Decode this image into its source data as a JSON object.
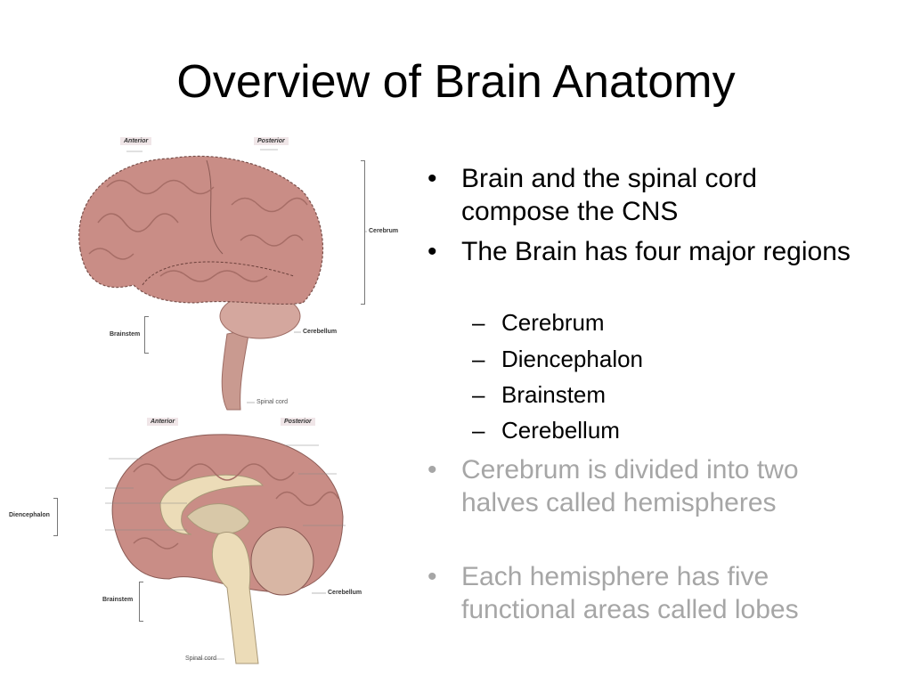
{
  "title": "Overview of Brain Anatomy",
  "bullets": [
    {
      "text": "Brain and the spinal cord compose the CNS"
    },
    {
      "text": "The Brain has four major regions"
    },
    {
      "text": "Cerebrum is divided into two halves called hemispheres"
    },
    {
      "text": "Each hemisphere has five functional areas called lobes"
    }
  ],
  "sub_bullets": [
    "Cerebrum",
    "Diencephalon",
    "Brainstem",
    "Cerebellum"
  ],
  "bullet_glyph": "•",
  "dash_glyph": "–",
  "figure_top": {
    "anterior": "Anterior",
    "posterior": "Posterior",
    "cerebrum": "Cerebrum",
    "brainstem": "Brainstem",
    "cerebellum": "Cerebellum",
    "spinal_cord": "Spinal cord"
  },
  "figure_bottom": {
    "anterior": "Anterior",
    "posterior": "Posterior",
    "diencephalon": "Diencephalon",
    "brainstem": "Brainstem",
    "cerebellum": "Cerebellum",
    "spinal_cord": "Spinal cord"
  },
  "colors": {
    "brain": "#c98d86",
    "tissue": "#ecdcb8",
    "inactive_text": "#a6a6a6"
  }
}
